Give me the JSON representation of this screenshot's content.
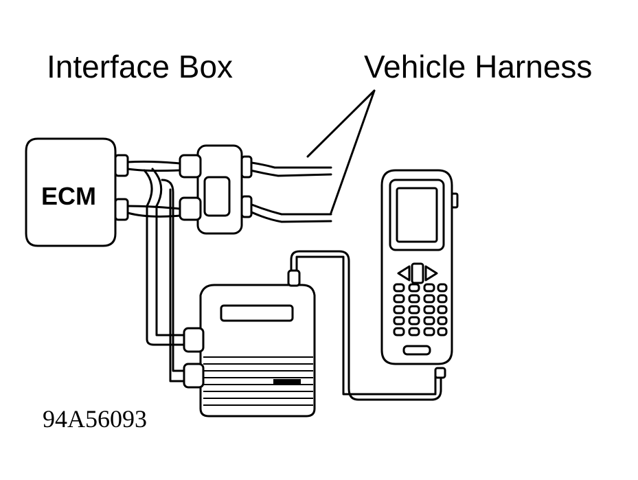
{
  "labels": {
    "interface_box": "Interface Box",
    "vehicle_harness": "Vehicle Harness",
    "ecm": "ECM",
    "reference_number": "94A56093"
  },
  "colors": {
    "ink": "#000000",
    "background": "#ffffff"
  }
}
